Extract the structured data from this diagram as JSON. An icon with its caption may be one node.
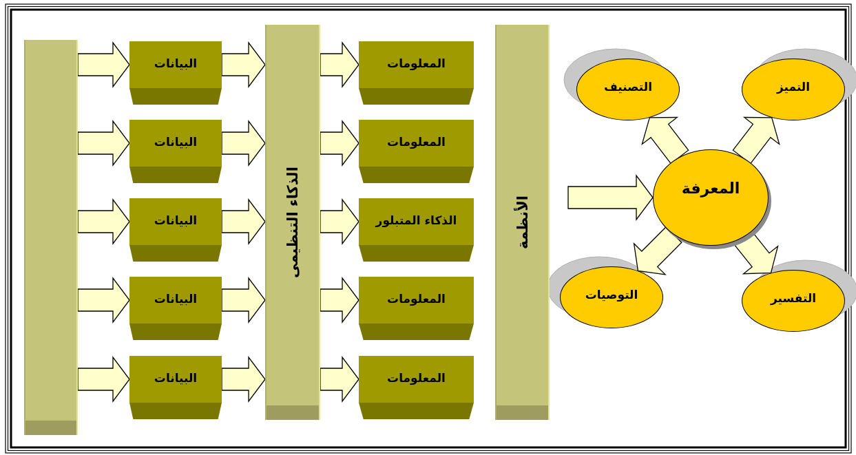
{
  "diagram": {
    "nodes": [
      {
        "text": [],
        "shape": "bar"
      },
      {
        "text": [
          "البيانات"
        ]
      },
      {
        "text": [
          "البيانات"
        ]
      },
      {
        "text": [
          "البيانات"
        ]
      },
      {
        "text": [
          "البيانات"
        ]
      },
      {
        "text": [
          "البيانات"
        ]
      },
      {
        "text": [
          "الذكاء التنظيمى"
        ]
      },
      {
        "text": [
          "المعلومات"
        ]
      },
      {
        "text": [
          "المعلومات"
        ]
      },
      {
        "text": [
          "الذكاء المتبلور"
        ]
      },
      {
        "text": [
          "المعلومات"
        ]
      },
      {
        "text": [
          "المعلومات"
        ]
      },
      {
        "text": [
          "الأنظمة"
        ]
      },
      {
        "text": [
          "المعرفة"
        ]
      },
      {
        "text": [
          "التصنيف"
        ]
      },
      {
        "text": [
          "التميز"
        ]
      },
      {
        "text": [
          "التوصيات"
        ]
      },
      {
        "text": [
          "التفسير"
        ]
      }
    ],
    "edges": [
      {
        "from": 0,
        "to": 1,
        "arrow": "to"
      },
      {
        "from": 0,
        "to": 2,
        "arrow": "to"
      },
      {
        "from": 0,
        "to": 3,
        "arrow": "to"
      },
      {
        "from": 0,
        "to": 4,
        "arrow": "to"
      },
      {
        "from": 0,
        "to": 5,
        "arrow": "to"
      },
      {
        "from": 1,
        "to": 6,
        "arrow": "to"
      },
      {
        "from": 2,
        "to": 6,
        "arrow": "to"
      },
      {
        "from": 3,
        "to": 6,
        "arrow": "to"
      },
      {
        "from": 4,
        "to": 6,
        "arrow": "to"
      },
      {
        "from": 5,
        "to": 6,
        "arrow": "to"
      },
      {
        "from": 6,
        "to": 7,
        "arrow": "to"
      },
      {
        "from": 6,
        "to": 8,
        "arrow": "to"
      },
      {
        "from": 6,
        "to": 9,
        "arrow": "to"
      },
      {
        "from": 6,
        "to": 10,
        "arrow": "to"
      },
      {
        "from": 6,
        "to": 11,
        "arrow": "to"
      },
      {
        "from": null,
        "to": 13,
        "arrow": "to"
      },
      {
        "from": 13,
        "to": 14,
        "arrow": "to"
      },
      {
        "from": 13,
        "to": 15,
        "arrow": "to"
      },
      {
        "from": 13,
        "to": 16,
        "arrow": "to"
      },
      {
        "from": 13,
        "to": 17,
        "arrow": "to"
      }
    ]
  }
}
